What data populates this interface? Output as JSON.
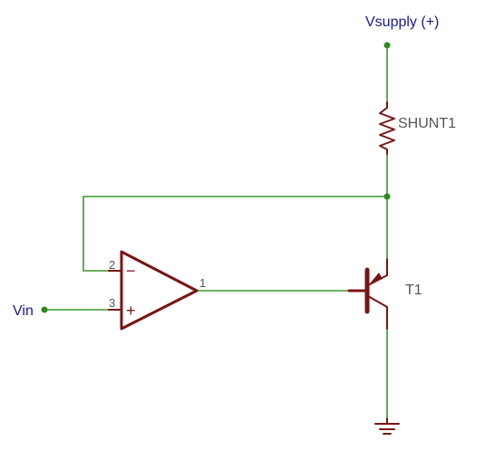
{
  "nets": {
    "supply_label": "Vsupply (+)",
    "input_label": "Vin"
  },
  "components": {
    "shunt_label": "SHUNT1",
    "transistor_label": "T1",
    "opamp": {
      "inverting_pin": "2",
      "noninverting_pin": "3",
      "output_pin": "1",
      "inverting_symbol": "−",
      "noninverting_symbol": "+"
    }
  },
  "colors": {
    "wire": "#3a9a2a",
    "component": "#7a1414",
    "net_label": "#1a1a8c",
    "part_label": "#555555"
  }
}
